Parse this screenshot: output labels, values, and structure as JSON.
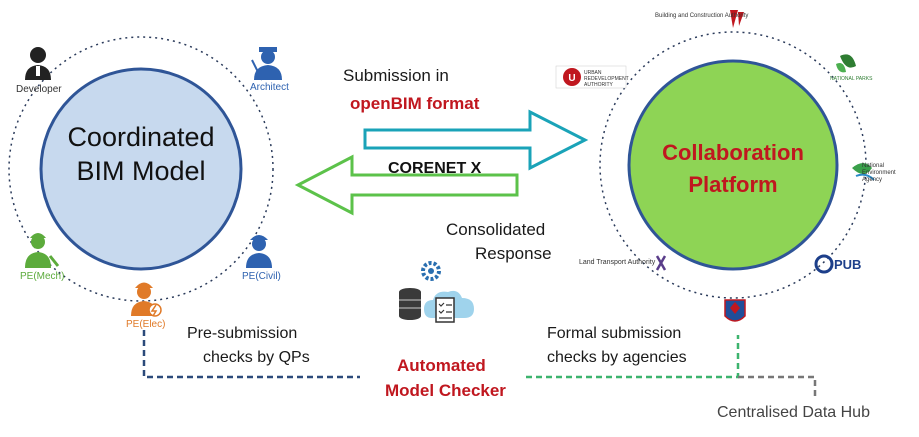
{
  "left_circle": {
    "title_line1": "Coordinated",
    "title_line2": "BIM Model",
    "fill": "#c7d9ee",
    "stakeholders": {
      "developer": "Developer",
      "architect": "Architect",
      "pe_mech": "PE(Mech)",
      "pe_civil": "PE(Civil)",
      "pe_elec": "PE(Elec)"
    }
  },
  "right_circle": {
    "title_line1": "Collaboration",
    "title_line2": "Platform",
    "fill": "#8ed455",
    "agencies": {
      "bca": "Building and Construction Authority",
      "ura": "URBAN REDEVELOPMENT AUTHORITY",
      "nparks": "NATIONAL PARKS",
      "nea": "National Environment Agency",
      "lta": "Land Transport Authority",
      "pub": "PUB"
    }
  },
  "center": {
    "submission_line1": "Submission in",
    "submission_line2": "openBIM format",
    "corenet": "CORENET X",
    "response_line1": "Consolidated",
    "response_line2": "Response"
  },
  "bottom": {
    "pre_line1": "Pre-submission",
    "pre_line2": "checks by QPs",
    "checker_line1": "Automated",
    "checker_line2": "Model Checker",
    "formal_line1": "Formal submission",
    "formal_line2": "checks by agencies",
    "hub": "Centralised Data Hub"
  },
  "colors": {
    "accent_red": "#c0171f",
    "arrow_blue": "#1aa3b8",
    "arrow_green": "#5cc24a",
    "dash_blue": "#2b4a7a",
    "dash_green": "#3cb46e",
    "dash_grey": "#777777"
  }
}
